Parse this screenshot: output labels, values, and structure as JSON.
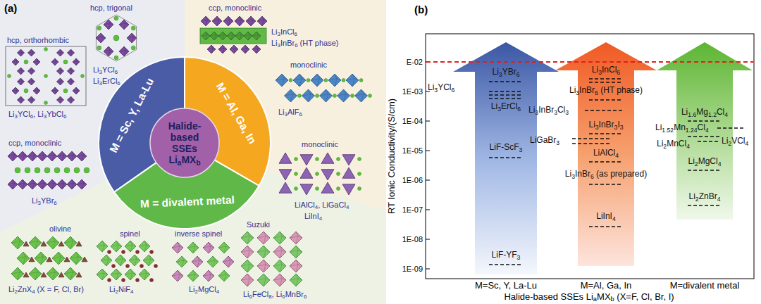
{
  "diagram": {
    "nodes": [
      {
        "text": [
          "M = Sc, Y, La-Lu"
        ]
      },
      {
        "text": [
          "M = Al, Ga, In"
        ]
      },
      {
        "text": [
          "M = divalent metal"
        ]
      },
      {
        "text": [
          "Halide-based SSEs LiaMXb"
        ]
      },
      {
        "text": [
          "Li3YBr6",
          "Li3YCl6",
          "Li3ErCl6",
          "LiF-ScF3",
          "LiF-YF3"
        ]
      },
      {
        "text": [
          "Li3InCl6",
          "Li3InBr6 (HT phase)",
          "Li3InBr3Cl3",
          "Li3InBr3I3",
          "LiGaBr3",
          "LiAlCl4",
          "Li3InBr6 (as prepared)",
          "LiInI4"
        ]
      },
      {
        "text": [
          "Li1.6Mg1.2Cl4",
          "Li1.52Mn1.24Cl4",
          "Li2VCl4",
          "Li2MnCl4",
          "Li2MgCl4",
          "Li2ZnBr4"
        ]
      }
    ],
    "labels": [
      "(a)",
      "hcp, trigonal",
      "ccp, monoclinic",
      "Li3InCl6",
      "Li3InBr6 (HT phase)",
      "hcp, orthorhombic",
      "Li3YCl6",
      "Li3ErCl6",
      "monoclinic",
      "Li3AlF6",
      "Li3YCl6, Li3YbCl6",
      "ccp, monoclinic",
      "monoclinic",
      "Li3YBr6",
      "LiAlCl4, LiGaCl4",
      "LiInI4",
      "Suzuki",
      "olivine",
      "spinel",
      "inverse spinel",
      "Li2ZnX4 (X = F, Cl, Br)",
      "Li2NiF4",
      "Li2MgCl4",
      "Li6FeCl8, Li6MnBr6",
      "(b)",
      "E-02",
      "1E-03",
      "1E-04",
      "1E-05",
      "1E-06",
      "1E-07",
      "1E-08",
      "1E-09",
      "RT Ionic Conductivity/(S/cm)",
      "M=Sc, Y, La-Lu",
      "M=Al, Ga, In",
      "M=divalent metal",
      "Halide-based SSEs LiaMXb (X=F, Cl, Br, I)"
    ]
  }
}
